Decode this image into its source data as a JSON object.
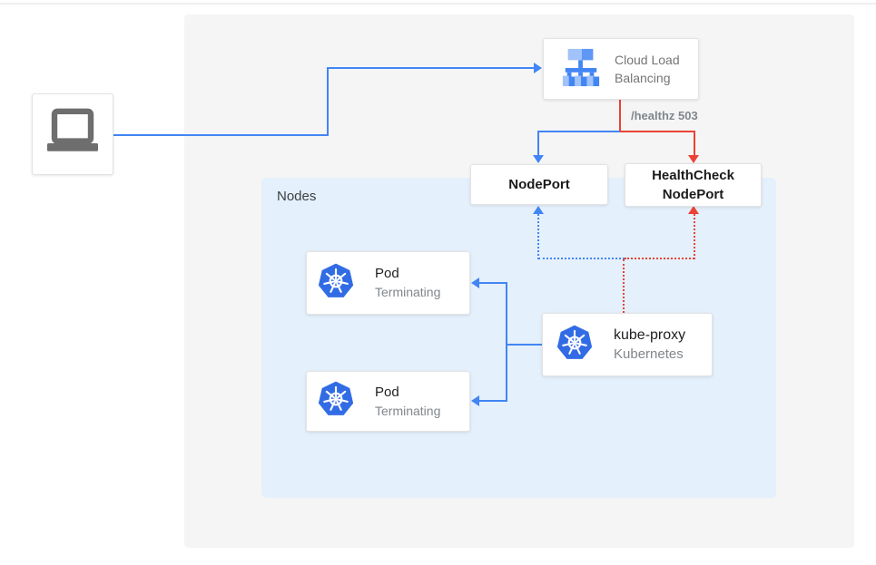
{
  "page": {
    "background": "#ffffff",
    "panel_bg": "#f5f5f6",
    "nodes_panel_bg": "#e4f0fb",
    "accent_blue": "#4285f4",
    "accent_red": "#ea4335",
    "kubernetes_blue": "#326ce5",
    "icon_gray": "#6e6e6e"
  },
  "nodes_group": {
    "label": "Nodes"
  },
  "client": {
    "icon": "laptop-icon"
  },
  "cloud_load_balancing": {
    "line1": "Cloud Load",
    "line2": "Balancing",
    "icon": "cloud-load-balancing-icon"
  },
  "edge_labels": {
    "healthz": "/healthz 503"
  },
  "node_port": {
    "label": "NodePort"
  },
  "health_check_node_port": {
    "line1": "HealthCheck",
    "line2": "NodePort"
  },
  "pods": [
    {
      "title": "Pod",
      "status": "Terminating",
      "icon": "kubernetes-icon"
    },
    {
      "title": "Pod",
      "status": "Terminating",
      "icon": "kubernetes-icon"
    }
  ],
  "kube_proxy": {
    "title": "kube-proxy",
    "subtitle": "Kubernetes",
    "icon": "kubernetes-icon"
  }
}
